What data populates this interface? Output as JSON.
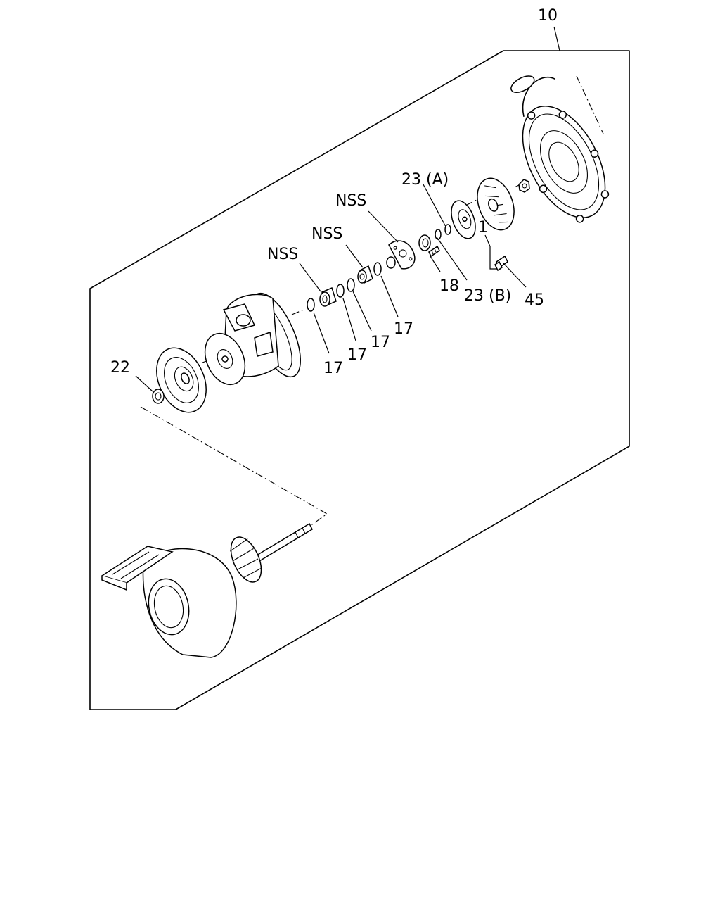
{
  "labels": {
    "assembly": "10",
    "wheel": "1",
    "ring_a": "17",
    "ring_b": "17",
    "ring_c": "17",
    "ring_d": "17",
    "screw": "18",
    "seal": "22",
    "o_ring_a": "23 (A)",
    "o_ring_b": "23 (B)",
    "bolt": "45",
    "nss_a": "NSS",
    "nss_b": "NSS",
    "nss_c": "NSS"
  }
}
